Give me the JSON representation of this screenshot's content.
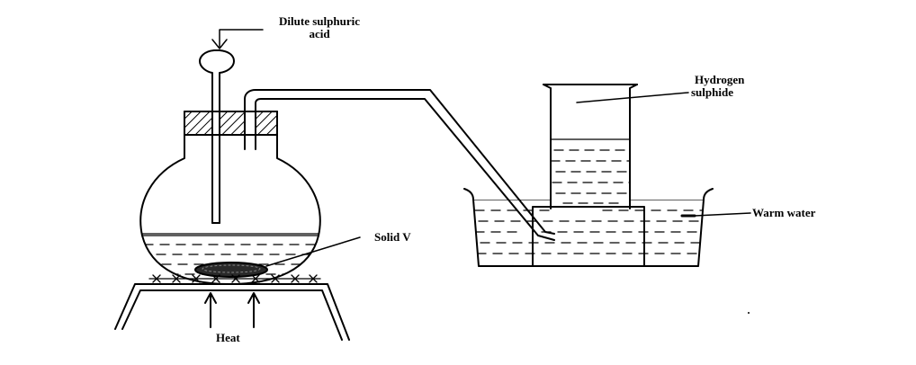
{
  "labels": {
    "acid_line1": "Dilute sulphuric",
    "acid_line2": "acid",
    "gas_line1": "Hydrogen",
    "gas_line2": "sulphide",
    "warm_water": "Warm water",
    "solid": "Solid V",
    "heat": "Heat"
  },
  "colors": {
    "ink": "#000000",
    "background": "#ffffff"
  }
}
